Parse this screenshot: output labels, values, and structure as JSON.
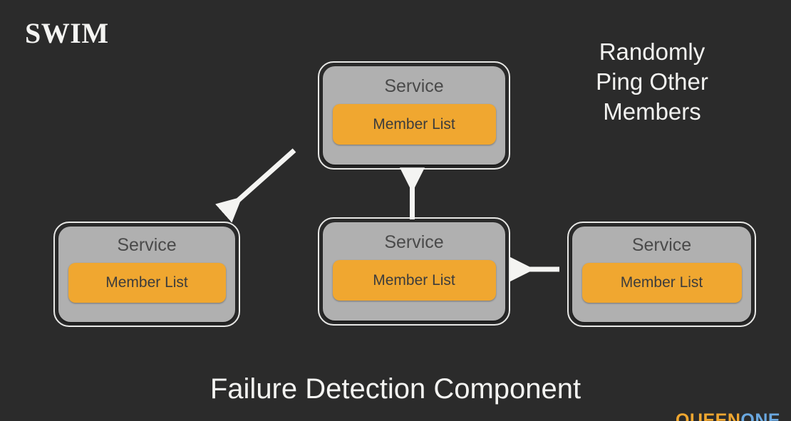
{
  "slide": {
    "title": "SWIM",
    "background_color": "#2b2b2b",
    "footer_caption": "Failure Detection Component"
  },
  "annotation": {
    "lines": [
      "Randomly",
      "Ping Other",
      "Members"
    ],
    "color": "#f2f2f0"
  },
  "nodes": [
    {
      "id": "top",
      "title": "Service",
      "member_label": "Member List"
    },
    {
      "id": "left",
      "title": "Service",
      "member_label": "Member List"
    },
    {
      "id": "center",
      "title": "Service",
      "member_label": "Member List"
    },
    {
      "id": "right",
      "title": "Service",
      "member_label": "Member List"
    }
  ],
  "arrows": [
    {
      "id": "diagonal",
      "from": "top",
      "to": "left",
      "direction": "down-left"
    },
    {
      "id": "vertical",
      "from": "center",
      "to": "top",
      "direction": "up"
    },
    {
      "id": "horizontal",
      "from": "right",
      "to": "center",
      "direction": "left"
    }
  ],
  "wordmark": {
    "part_a": "QUEEN",
    "part_b": "ONE",
    "part_a_color": "#f0a730",
    "part_b_color": "#6aa8e0"
  },
  "colors": {
    "node_fill": "#b0b0b0",
    "node_outline": "#e8e8e6",
    "member_fill": "#f0a730",
    "node_text": "#4a4a4a",
    "arrow": "#f4f4f2"
  }
}
